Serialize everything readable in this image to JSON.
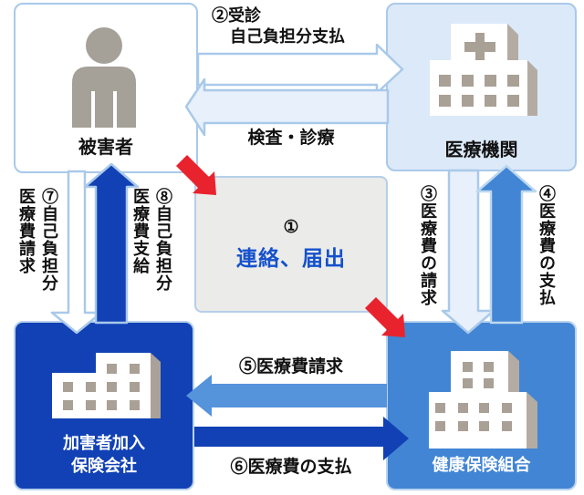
{
  "nodes": {
    "victim": {
      "label": "被害者",
      "icon": "person-icon"
    },
    "medical_institution": {
      "label": "医療機関",
      "icon": "hospital-icon"
    },
    "insurer": {
      "label_lines": [
        "加害者加入",
        "保険会社"
      ],
      "icon": "office-building-icon"
    },
    "health_insurance": {
      "label": "健康保険組合",
      "icon": "office-building-icon"
    },
    "report": {
      "number": "①",
      "label": "連絡、届出"
    }
  },
  "flows": {
    "step2": {
      "line1": "②受診",
      "line2": "自己負担分支払",
      "direction": "victim→medical"
    },
    "exam": {
      "label": "検査・診療",
      "direction": "medical→victim"
    },
    "step3": {
      "label": "③医療費の請求",
      "direction": "medical→health_insurance"
    },
    "step4": {
      "label": "④医療費の支払",
      "direction": "health_insurance→medical"
    },
    "step5": {
      "label": "⑤医療費請求",
      "direction": "health_insurance→insurer"
    },
    "step6": {
      "label": "⑥医療費の支払",
      "direction": "insurer→health_insurance"
    },
    "step7": {
      "label": "⑦自己負担分\n医療費請求",
      "direction": "victim→insurer"
    },
    "step8": {
      "label": "⑧自己負担分\n医療費支給",
      "direction": "insurer→victim"
    },
    "step1_red_arrows": {
      "direction": "victim→report→health_insurance"
    }
  },
  "colors": {
    "dark_blue": "#1141b4",
    "mid_blue": "#4285d4",
    "arrow_mid_blue": "#5593db",
    "light_blue_box_fill": "#dce9f8",
    "pale_arrow_fill": "#e7f0fb",
    "border_blue": "#a9c9ea",
    "center_box_fill": "#ebebe9",
    "red": "#e8232e",
    "report_text_blue": "#1551cc",
    "icon_gray": "#a9a096"
  }
}
